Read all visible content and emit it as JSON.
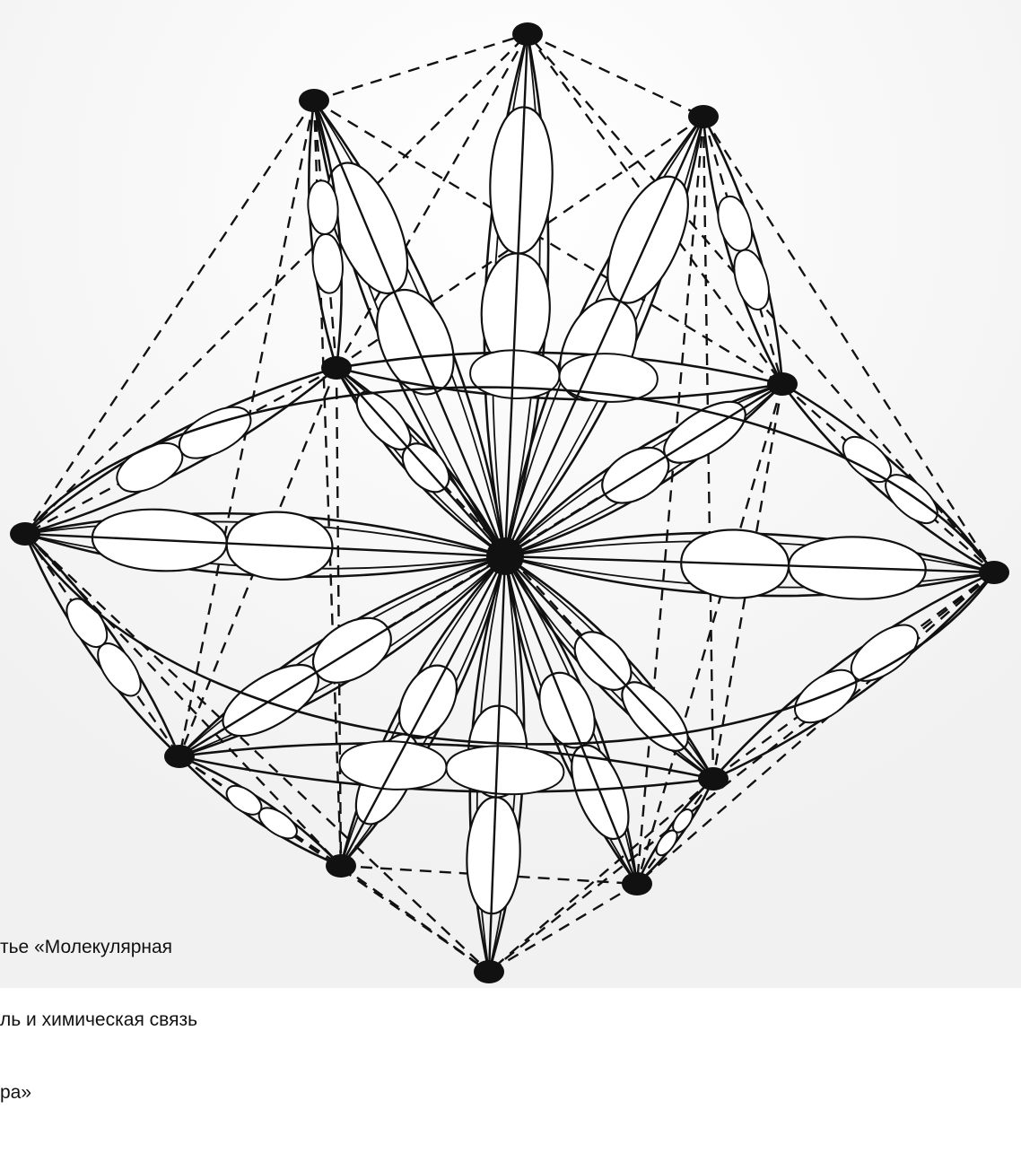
{
  "caption": {
    "lines": [
      "тье «Молекулярная",
      "ль и химическая связь",
      "ра»"
    ]
  },
  "colors": {
    "background": "#ffffff",
    "ink": "#111111",
    "paper_tint": "#e9e9e9"
  }
}
